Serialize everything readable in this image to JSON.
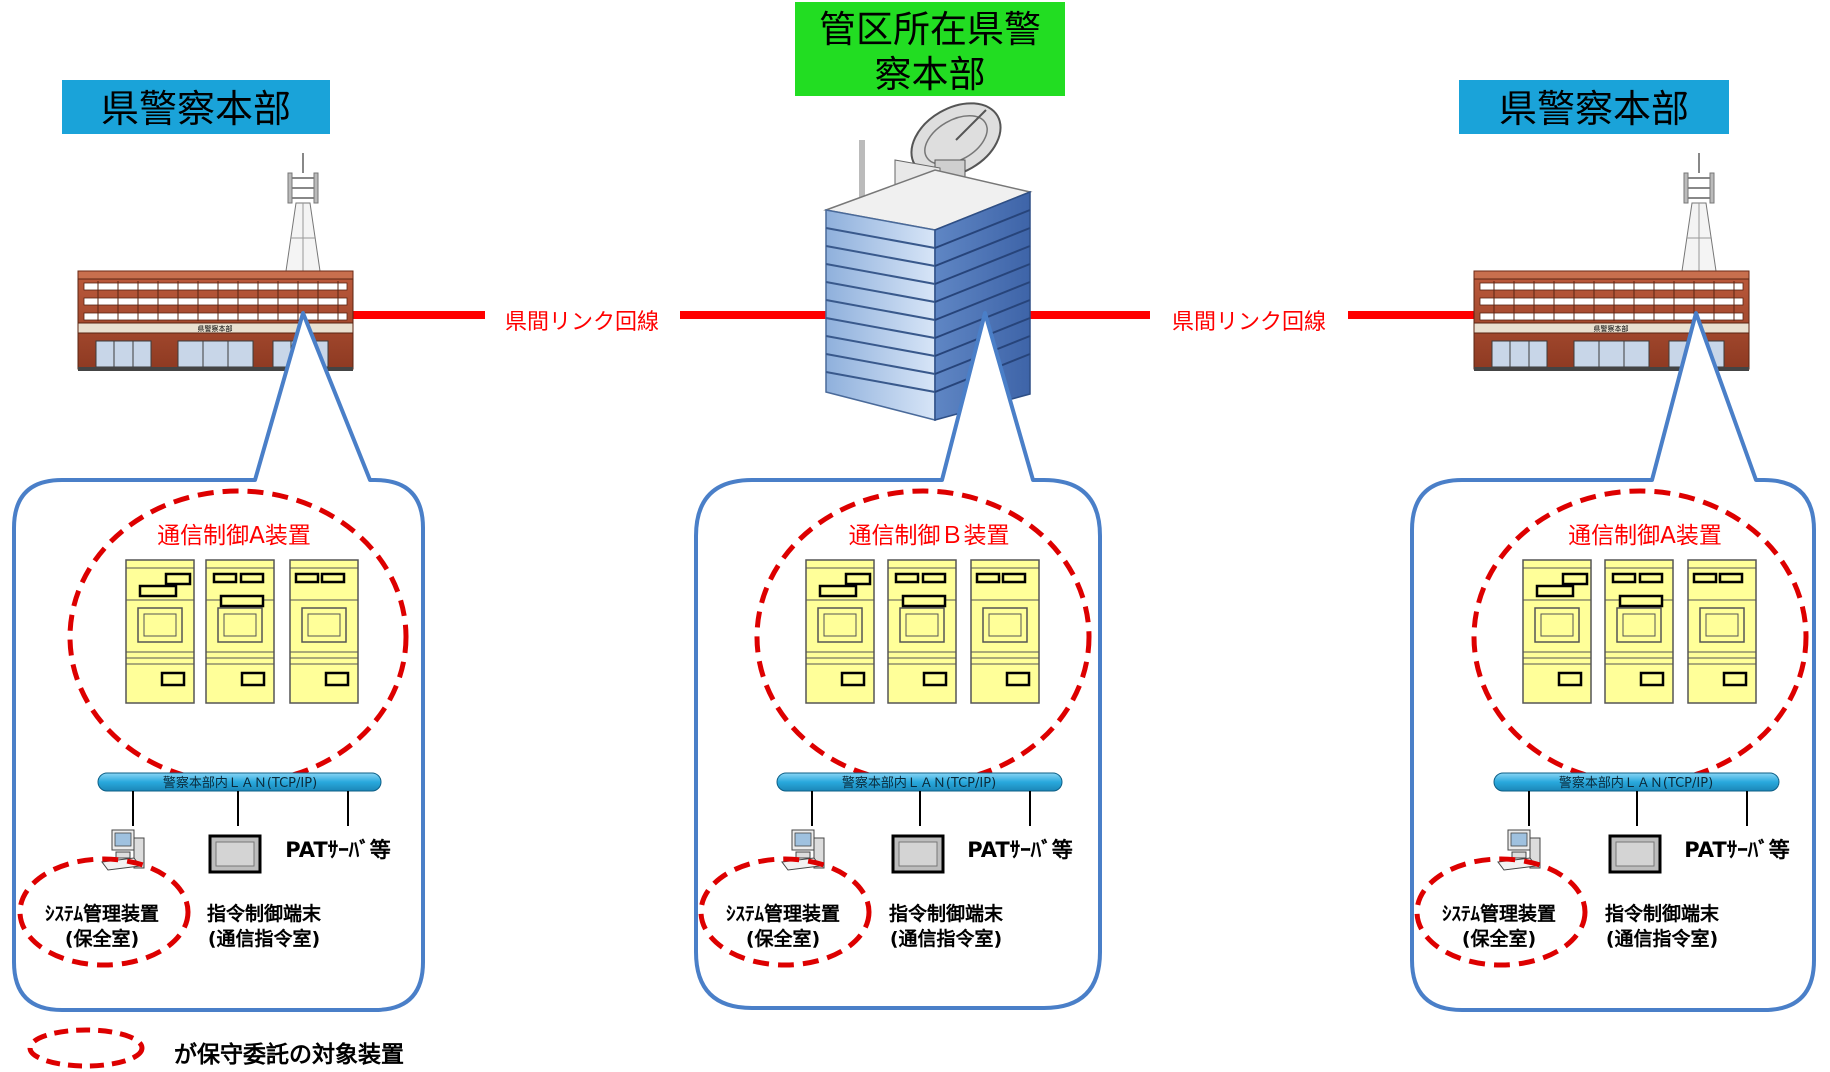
{
  "colors": {
    "hq_label_bg": "#1aa3d9",
    "center_label_bg": "#22dd22",
    "link_line": "#ff0000",
    "bubble_outline": "#4a7fc8",
    "target_dashed": "#dd0000",
    "lan_bus": "#29a9dd",
    "equipment_fill": "#ffff99"
  },
  "left_site": {
    "title": "県警察本部",
    "building_sign": "県警察本部",
    "equipment_label": "通信制御A装置",
    "lan_label": "警察本部内ＬＡＮ(TCP/IP)",
    "pat_server": "PATｻｰﾊﾞ等",
    "sys_mgmt": "ｼｽﾃﾑ管理装置",
    "sys_mgmt_room": "(保全室)",
    "cmd_terminal": "指令制御端末",
    "cmd_room": "(通信指令室)"
  },
  "center_site": {
    "title_line1": "管区所在県警",
    "title_line2": "察本部",
    "equipment_label": "通信制御Ｂ装置",
    "lan_label": "警察本部内ＬＡＮ(TCP/IP)",
    "pat_server": "PATｻｰﾊﾞ等",
    "sys_mgmt": "ｼｽﾃﾑ管理装置",
    "sys_mgmt_room": "(保全室)",
    "cmd_terminal": "指令制御端末",
    "cmd_room": "(通信指令室)"
  },
  "right_site": {
    "title": "県警察本部",
    "building_sign": "県警察本部",
    "equipment_label": "通信制御A装置",
    "lan_label": "警察本部内ＬＡＮ(TCP/IP)",
    "pat_server": "PATｻｰﾊﾞ等",
    "sys_mgmt": "ｼｽﾃﾑ管理装置",
    "sys_mgmt_room": "(保全室)",
    "cmd_terminal": "指令制御端末",
    "cmd_room": "(通信指令室)"
  },
  "links": {
    "left_label": "県間リンク回線",
    "right_label": "県間リンク回線"
  },
  "legend": {
    "text": "が保守委託の対象装置"
  }
}
